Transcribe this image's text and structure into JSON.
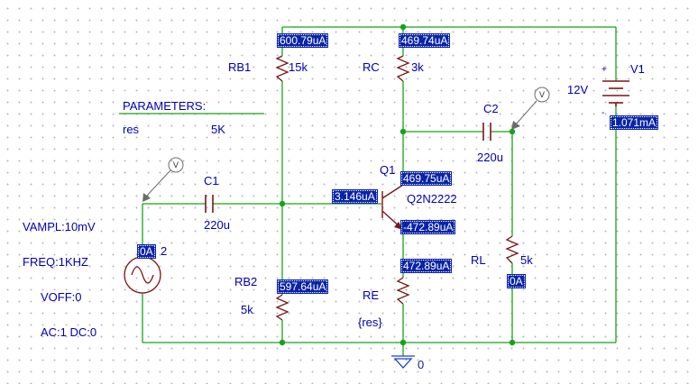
{
  "components": {
    "rb1": {
      "name": "RB1",
      "value": "15k"
    },
    "rc": {
      "name": "RC",
      "value": "3k"
    },
    "v1": {
      "name": "V1",
      "value": "12V"
    },
    "c2": {
      "name": "C2",
      "value": "220u"
    },
    "q1": {
      "name": "Q1",
      "model": "Q2N2222"
    },
    "c1": {
      "name": "C1",
      "value": "220u"
    },
    "rl": {
      "name": "RL",
      "value": "5k"
    },
    "rb2": {
      "name": "RB2",
      "value": "5k"
    },
    "re": {
      "name": "RE",
      "value": "{res}"
    },
    "ground": {
      "name": "0"
    }
  },
  "parameters": {
    "heading": "PARAMETERS:",
    "name": "res",
    "value": "5K"
  },
  "source": {
    "vampl": "VAMPL:10mV",
    "freq": "FREQ:1KHZ",
    "voff": "VOFF:0",
    "ac_dc": "AC:1   DC:0",
    "index": "2"
  },
  "currents": {
    "rb1": "600.79uA",
    "rc": "469.74uA",
    "v1": "1.071mA",
    "q1_collector": "469.75uA",
    "q1_base": "3.146uA",
    "q1_emitter": "-472.89uA",
    "source": "0A",
    "re": "472.89uA",
    "rl": "0A",
    "rb2": "597.64uA"
  },
  "probes": {
    "label": "V"
  },
  "polarity": {
    "plus": "+",
    "minus": "-"
  },
  "colors": {
    "wire": "#16a316",
    "part": "#7a1616",
    "label_text": "#0000b4",
    "current_box": "#0a24a8",
    "ground": "#1f3fd0"
  }
}
